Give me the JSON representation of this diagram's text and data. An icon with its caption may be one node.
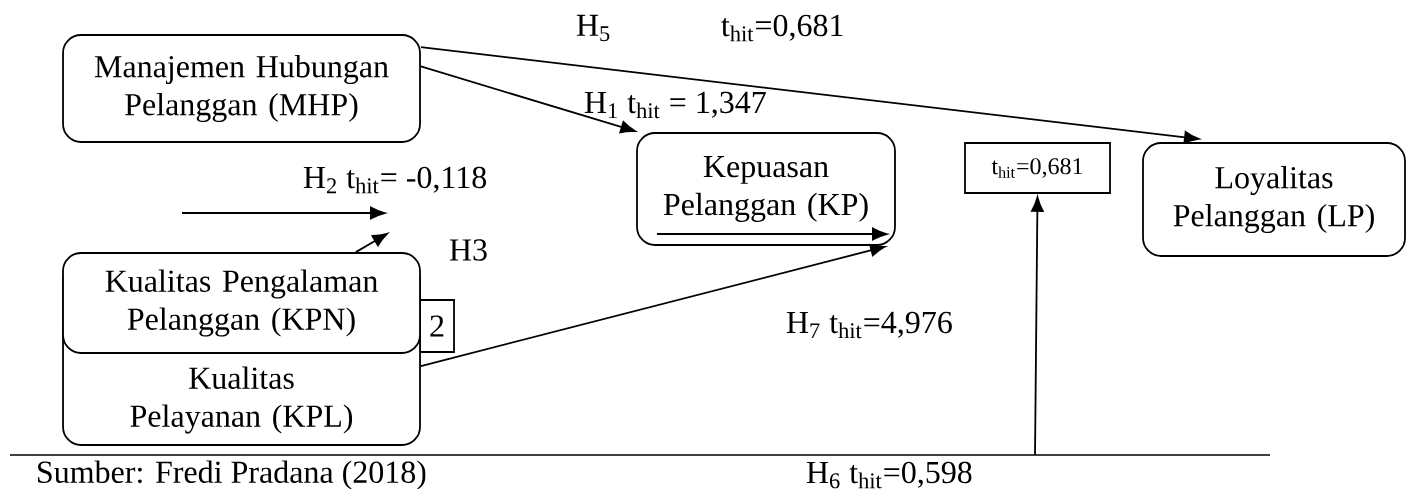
{
  "diagram": {
    "nodes": [
      {
        "text": [
          "Manajemen Hubungan Pelanggan (MHP)"
        ]
      },
      {
        "text": [
          "Kepuasan Pelanggan (KP)"
        ]
      },
      {
        "text": [
          "t$_{hit}$=0,681"
        ]
      },
      {
        "text": [
          "Loyalitas Pelanggan (LP)"
        ]
      },
      {
        "text": [
          "2"
        ]
      },
      {
        "text": [
          "Kualitas Pengalaman Pelanggan (KPN)"
        ]
      },
      {
        "text": [
          "Kualitas Pelayanan (KPL)"
        ]
      }
    ],
    "edges": [
      {
        "from": 0,
        "to": 3,
        "arrow": "to"
      },
      {
        "from": 0,
        "to": 1,
        "arrow": "to"
      },
      {
        "from": 5,
        "to": null,
        "arrow": "to"
      },
      {
        "from": 6,
        "to": 1,
        "arrow": "to"
      },
      {
        "from": null,
        "to": 2,
        "arrow": "to"
      }
    ],
    "labels": [
      "H$_{5}$",
      "t$_{hit}$=0,681",
      "H$_{1}$ t$_{hit}$ = 1,347",
      "H$_{2}$ t$_{hit}$= -0,118",
      "H3",
      "H$_{7}$ t$_{hit}$=4,976",
      "Sumber: Fredi Pradana (2018)",
      "H$_{6}$ t$_{hit}$=0,598"
    ]
  }
}
